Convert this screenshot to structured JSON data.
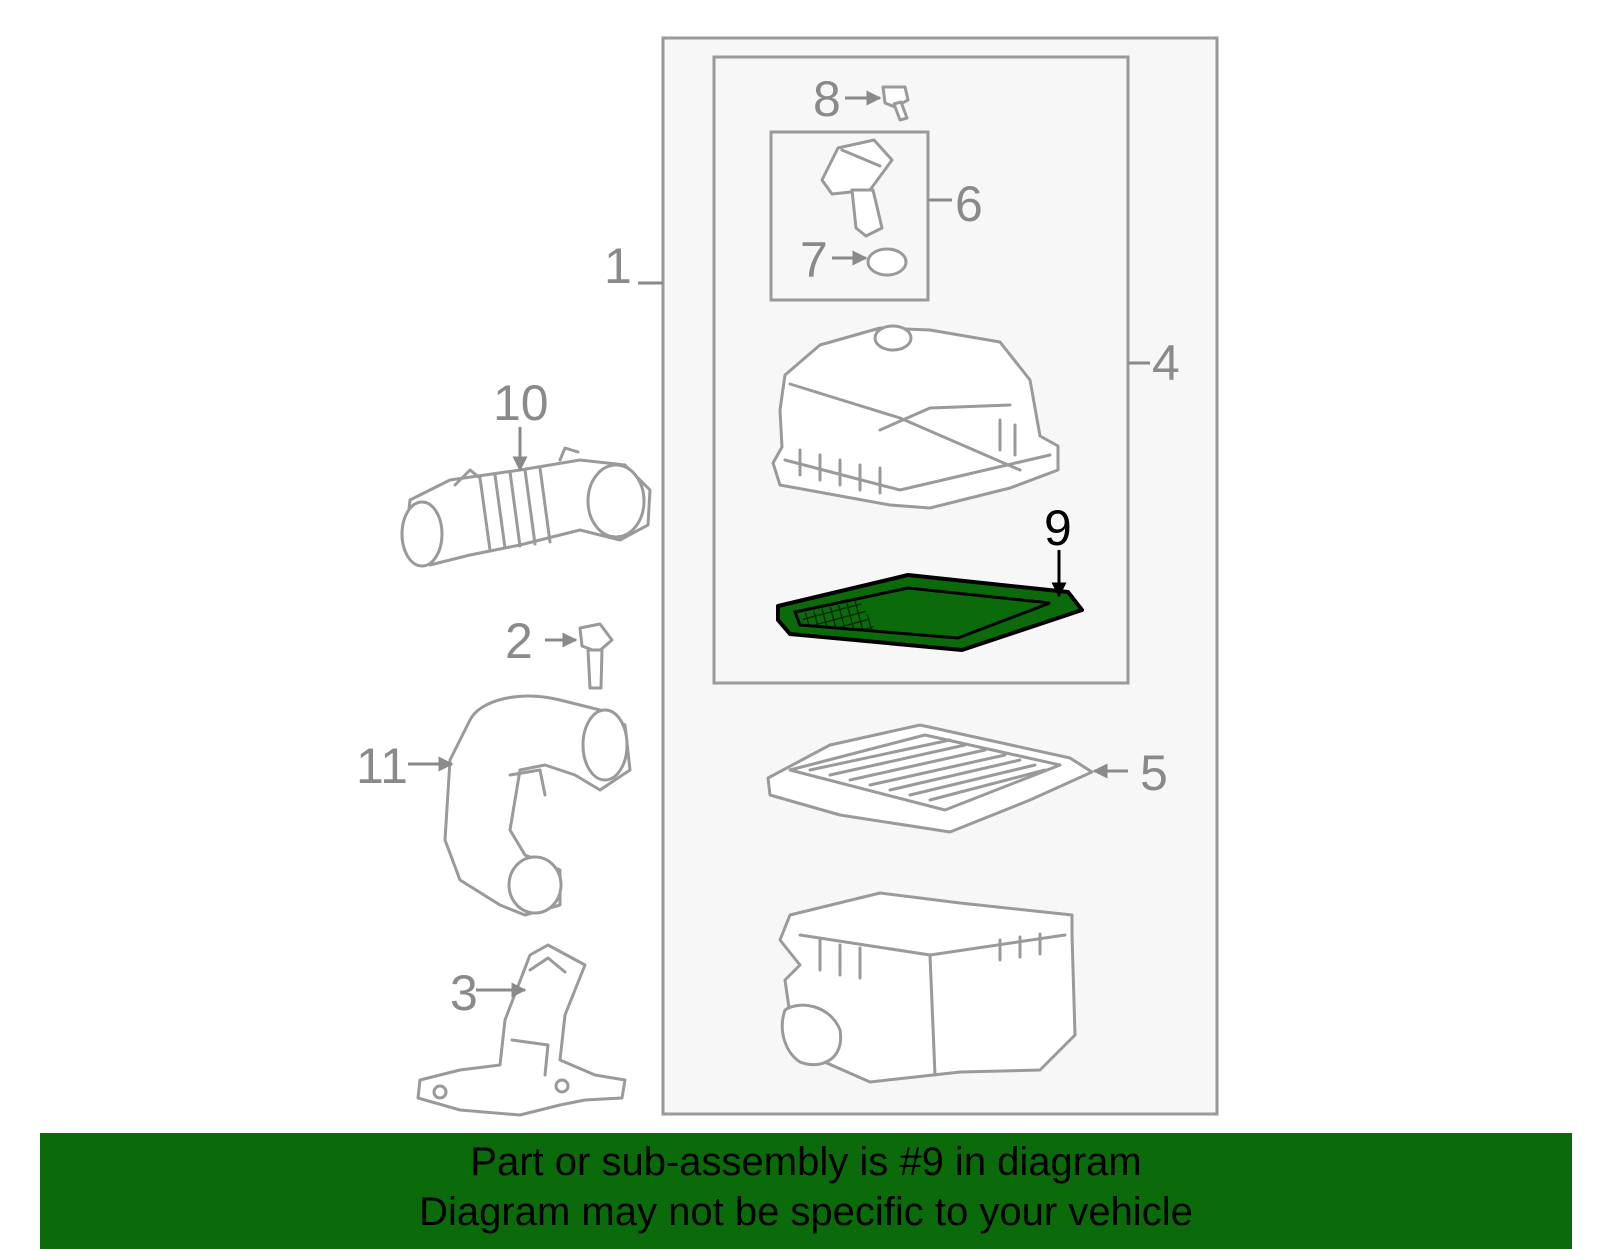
{
  "callouts": {
    "c1": "1",
    "c2": "2",
    "c3": "3",
    "c4": "4",
    "c5": "5",
    "c6": "6",
    "c7": "7",
    "c8": "8",
    "c9": "9",
    "c10": "10",
    "c11": "11"
  },
  "highlight": {
    "part_number": "9",
    "color": "#0b6b0b"
  },
  "banner": {
    "line1": "Part or sub-assembly is #9 in diagram",
    "line2": "Diagram may not be specific to your vehicle",
    "background": "#0b6b0b"
  }
}
